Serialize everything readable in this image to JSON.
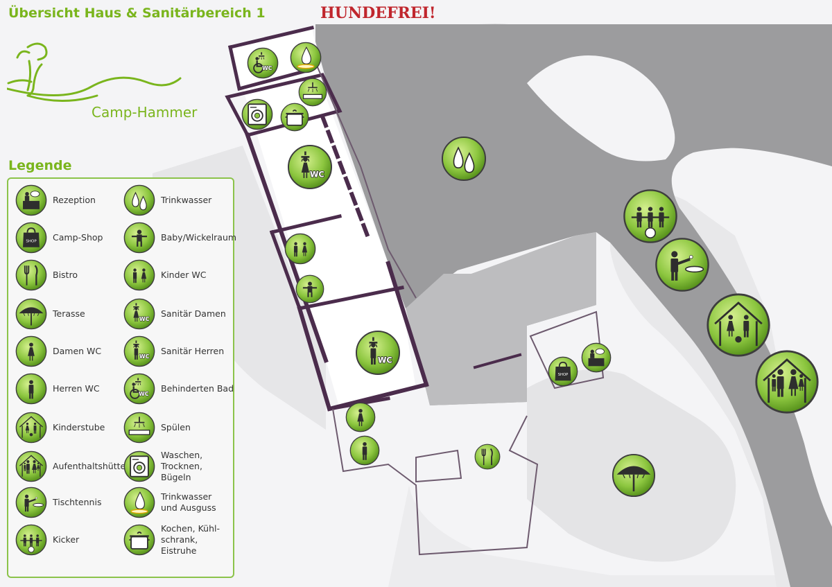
{
  "header": {
    "title": "Übersicht Haus & Sanitärbereich 1",
    "warning": "HUNDEFREI!"
  },
  "logo": {
    "text": "Camp-Hammer"
  },
  "legend": {
    "heading": "Legende",
    "items": [
      {
        "icon": "reception-icon",
        "label": "Rezeption"
      },
      {
        "icon": "shop-icon",
        "label": "Camp-Shop"
      },
      {
        "icon": "bistro-icon",
        "label": "Bistro"
      },
      {
        "icon": "umbrella-icon",
        "label": "Terasse"
      },
      {
        "icon": "woman-icon",
        "label": "Damen WC"
      },
      {
        "icon": "man-icon",
        "label": "Herren WC"
      },
      {
        "icon": "kids-house-icon",
        "label": "Kinderstube"
      },
      {
        "icon": "family-house-icon",
        "label": "Aufenthaltshütte"
      },
      {
        "icon": "table-tennis-icon",
        "label": "Tischtennis"
      },
      {
        "icon": "kicker-icon",
        "label": "Kicker"
      },
      {
        "icon": "drops-icon",
        "label": "Trinkwasser"
      },
      {
        "icon": "baby-icon",
        "label": "Baby/Wickelraum"
      },
      {
        "icon": "children-icon",
        "label": "Kinder WC"
      },
      {
        "icon": "woman-shower-icon",
        "label": "Sanitär Damen"
      },
      {
        "icon": "man-shower-icon",
        "label": "Sanitär Herren"
      },
      {
        "icon": "wheelchair-icon",
        "label": "Behinderten Bad"
      },
      {
        "icon": "sink-icon",
        "label": "Spülen"
      },
      {
        "icon": "washer-icon",
        "label": "Waschen,\nTrocknen, Bügeln"
      },
      {
        "icon": "drop-basin-icon",
        "label": "Trinkwasser\nund Ausguss"
      },
      {
        "icon": "pot-icon",
        "label": "Kochen, Kühl-\nschrank, Eistruhe"
      }
    ]
  },
  "map_badges": [
    {
      "icon": "wheelchair-icon"
    },
    {
      "icon": "drop-basin-icon"
    },
    {
      "icon": "sink-icon"
    },
    {
      "icon": "washer-icon"
    },
    {
      "icon": "pot-icon"
    },
    {
      "icon": "woman-shower-icon"
    },
    {
      "icon": "drops-icon"
    },
    {
      "icon": "children-icon"
    },
    {
      "icon": "baby-icon"
    },
    {
      "icon": "man-shower-icon"
    },
    {
      "icon": "woman-icon"
    },
    {
      "icon": "man-icon"
    },
    {
      "icon": "bistro-icon"
    },
    {
      "icon": "shop-icon"
    },
    {
      "icon": "reception-icon"
    },
    {
      "icon": "umbrella-icon"
    },
    {
      "icon": "kicker-icon"
    },
    {
      "icon": "table-tennis-icon"
    },
    {
      "icon": "kids-house-icon"
    },
    {
      "icon": "family-house-icon"
    }
  ],
  "colors": {
    "brand_green": "#7ab51d",
    "warning_red": "#c0262d",
    "wall": "#4b2c4c",
    "paved_gray": "#9c9c9e",
    "light_area": "#e6e6e8"
  }
}
